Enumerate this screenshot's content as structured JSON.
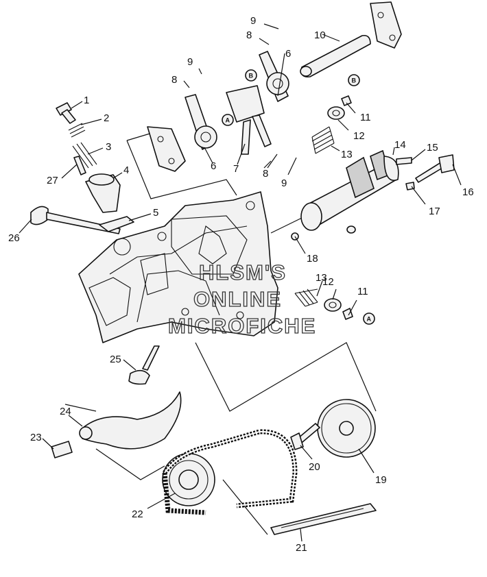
{
  "callouts": {
    "c1": "1",
    "c2": "2",
    "c3": "3",
    "c4": "4",
    "c5": "5",
    "c6a": "6",
    "c6b": "6",
    "c7": "7",
    "c8a": "8",
    "c8b": "8",
    "c8c": "8",
    "c9a": "9",
    "c9b": "9",
    "c9c": "9",
    "c10": "10",
    "c11a": "11",
    "c11b": "11",
    "c12a": "12",
    "c12b": "12",
    "c13a": "13",
    "c13b": "13",
    "c14": "14",
    "c15": "15",
    "c16": "16",
    "c17": "17",
    "c18": "18",
    "c19": "19",
    "c20": "20",
    "c21": "21",
    "c22": "22",
    "c23": "23",
    "c24": "24",
    "c25": "25",
    "c26": "26",
    "c27": "27"
  },
  "badges": {
    "a1": "A",
    "a2": "A",
    "b1": "B",
    "b2": "B"
  },
  "watermark": {
    "line1": "HLSM'S",
    "line2": "ONLINE",
    "line3": "MICROFICHE"
  }
}
